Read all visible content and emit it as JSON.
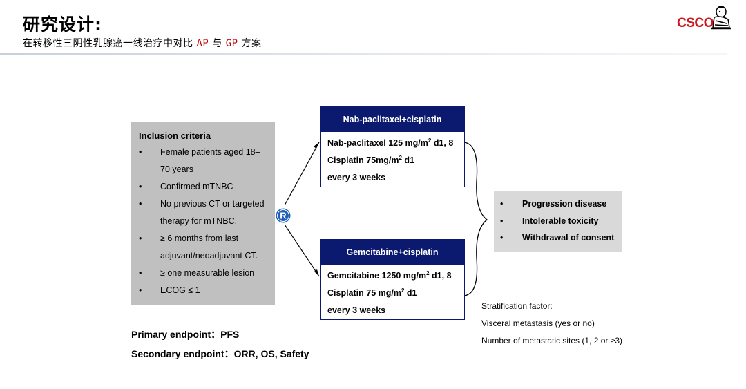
{
  "header": {
    "title": "研究设计:",
    "subtitle_pre": "在转移性三阴性乳腺癌一线治疗中对比 ",
    "subtitle_ap": "AP",
    "subtitle_mid": " 与 ",
    "subtitle_gp": "GP",
    "subtitle_post": " 方案",
    "logo_text": "CSCO"
  },
  "inclusion": {
    "title": "Inclusion criteria",
    "bullet": "•",
    "items": [
      "Female patients aged 18–",
      "70 years",
      "Confirmed mTNBC",
      "No previous CT or targeted",
      "therapy for mTNBC.",
      "≥ 6 months from last",
      "adjuvant/neoadjuvant CT.",
      "≥ one measurable lesion",
      "ECOG ≤ 1"
    ]
  },
  "randomization_label": "R",
  "arms": [
    {
      "name": "Nab-paclitaxel+cisplatin",
      "line1_a": "Nab-paclitaxel 125 mg/m",
      "line1_sup": "2",
      "line1_b": " d1, 8",
      "line2_a": "Cisplatin 75mg/m",
      "line2_sup": "2",
      "line2_b": " d1",
      "line3": "every 3 weeks"
    },
    {
      "name": "Gemcitabine+cisplatin",
      "line1_a": "Gemcitabine 1250 mg/m",
      "line1_sup": "2",
      "line1_b": " d1, 8",
      "line2_a": "Cisplatin 75 mg/m",
      "line2_sup": "2",
      "line2_b": "  d1",
      "line3": "every 3 weeks"
    }
  ],
  "outcomes": {
    "bullet": "•",
    "items": [
      "Progression disease",
      "Intolerable toxicity",
      "Withdrawal of consent"
    ]
  },
  "stratification": {
    "title": "Stratification factor:",
    "items": [
      "Visceral metastasis (yes or no)",
      "Number of metastatic sites (1, 2 or ≥3)"
    ]
  },
  "endpoints": {
    "primary": "Primary endpoint：PFS",
    "secondary": "Secondary endpoint：ORR, OS, Safety"
  },
  "colors": {
    "arm_header": "#0b1a6e",
    "inclusion_bg": "#c0c0c0",
    "outcomes_bg": "#d9d9d9",
    "accent_red": "#c00000",
    "logo_red": "#d0161d",
    "badge_blue": "#1f5fb8"
  }
}
